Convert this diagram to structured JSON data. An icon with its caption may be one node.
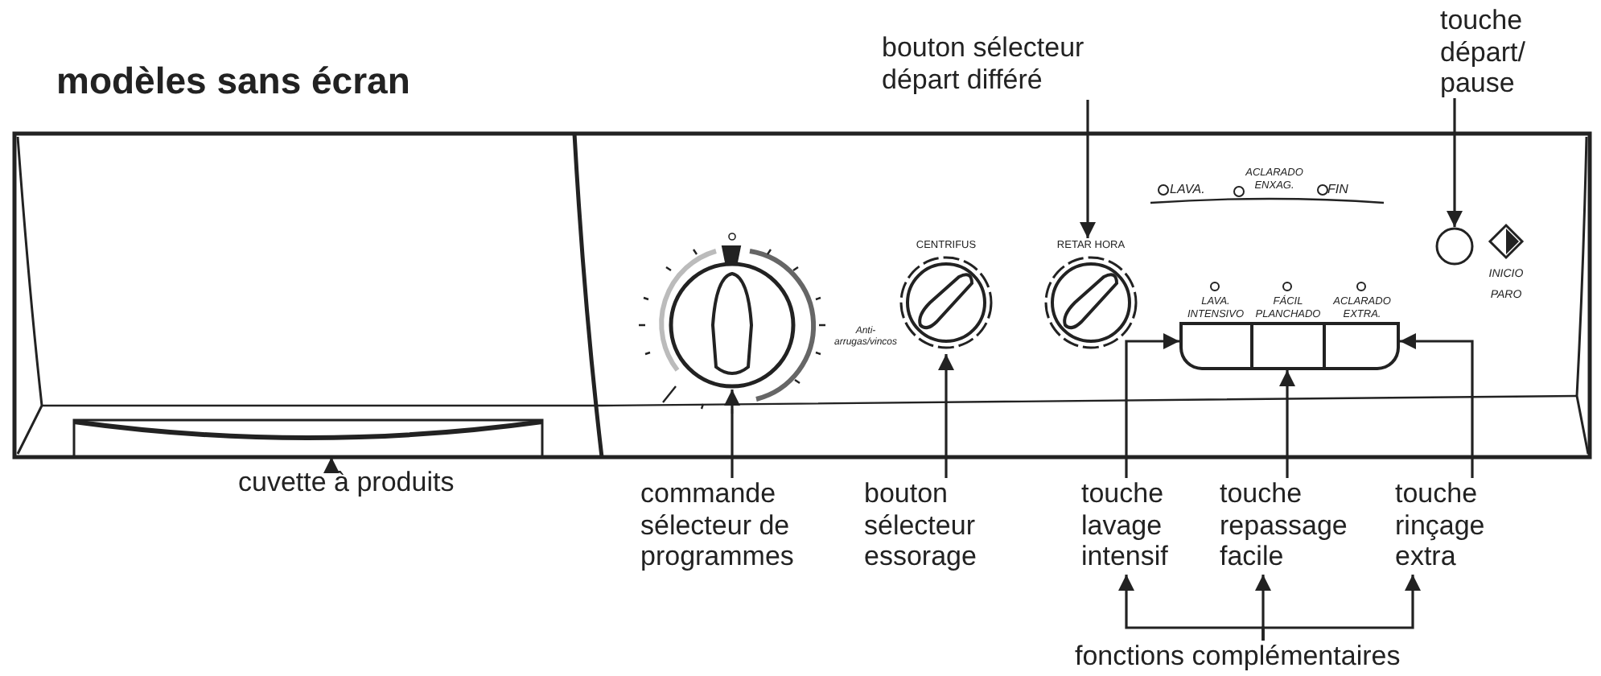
{
  "diagram": {
    "title": "modèles sans écran",
    "nodes": [
      {
        "text": [
          "bouton sélecteur départ différé"
        ]
      },
      {
        "text": [
          "touche départ/ pause"
        ]
      },
      {
        "text": [],
        "shape": "bar"
      },
      {
        "text": [],
        "shape": "circle"
      },
      {
        "text": [
          "CENTRIFUS"
        ],
        "beside": [
          "Anti- arrugas/vincos"
        ]
      },
      {
        "text": [
          "RETAR HORA"
        ]
      },
      {
        "text": [
          "LAVA. INTENSIVO"
        ]
      },
      {
        "text": [
          "FÁCIL PLANCHADO"
        ]
      },
      {
        "text": [
          "ACLARADO EXTRA."
        ]
      },
      {
        "text": [],
        "shape": "circle"
      },
      {
        "text": [
          "cuvette à produits"
        ]
      },
      {
        "text": [
          "commande sélecteur de programmes"
        ]
      },
      {
        "text": [
          "bouton sélecteur essorage"
        ]
      },
      {
        "text": [
          "touche lavage intensif"
        ]
      },
      {
        "text": [
          "touche repassage facile"
        ]
      },
      {
        "text": [
          "touche rinçage extra"
        ]
      },
      {
        "text": [
          "fonctions complémentaires"
        ]
      }
    ],
    "edges": [
      {
        "from": 0,
        "to": 5,
        "arrow": "to"
      },
      {
        "from": 1,
        "to": 9,
        "arrow": "to"
      },
      {
        "from": 10,
        "to": 2,
        "arrow": "to"
      },
      {
        "from": 11,
        "to": 3,
        "arrow": "to"
      },
      {
        "from": 12,
        "to": 4,
        "arrow": "to"
      },
      {
        "from": 13,
        "to": 6,
        "arrow": "to"
      },
      {
        "from": 14,
        "to": 7,
        "arrow": "to"
      },
      {
        "from": 15,
        "to": 8,
        "arrow": "to"
      },
      {
        "from": 16,
        "to": 13,
        "arrow": "to"
      },
      {
        "from": 16,
        "to": 14,
        "arrow": "to"
      },
      {
        "from": 16,
        "to": 15,
        "arrow": "to"
      }
    ],
    "labels": [
      "LAVA.",
      "ACLARADO ENXAG.",
      "FIN",
      "INICIO PARO"
    ]
  }
}
